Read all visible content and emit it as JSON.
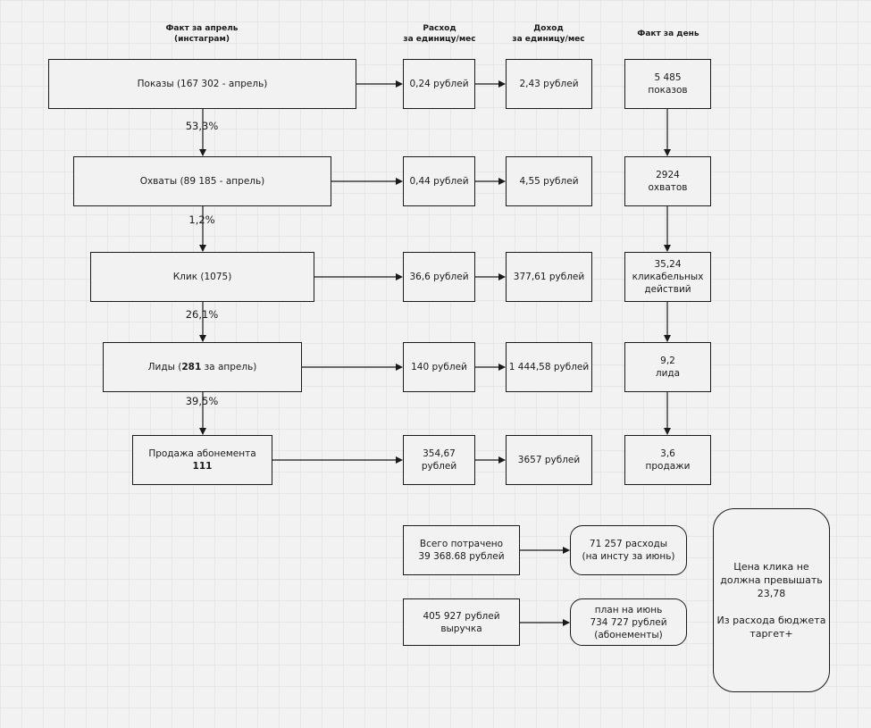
{
  "headers": {
    "fact_april": "Факт за апрель\n(инстаграм)",
    "cost_per_unit": "Расход\nза единицу/мес",
    "income_per_unit": "Доход\nза единицу/мес",
    "fact_per_day": "Факт за день"
  },
  "funnel": {
    "impressions": "Показы (167 302 - апрель)",
    "reach": "Охваты (89 185 - апрель)",
    "clicks": "Клик (1075)",
    "leads_prefix": "Лиды (",
    "leads_bold": "281",
    "leads_suffix": " за апрель)",
    "sales_label": "Продажа абонемента",
    "sales_value": "111"
  },
  "conversions": [
    "53,3%",
    "1,2%",
    "26,1%",
    "39,5%"
  ],
  "cost": [
    "0,24 рублей",
    "0,44 рублей",
    "36,6 рублей",
    "140 рублей",
    "354,67 рублей"
  ],
  "income": [
    "2,43 рублей",
    "4,55 рублей",
    "377,61 рублей",
    "1 444,58 рублей",
    "3657 рублей"
  ],
  "daily": [
    "5 485\nпоказов",
    "2924\nохватов",
    "35,24\nкликабельных\nдействий",
    "9,2\nлида",
    "3,6\nпродажи"
  ],
  "summary": {
    "spent": "Всего потрачено\n39 368.68 рублей",
    "spent_june": "71 257 расходы\n(на инсту за июнь)",
    "revenue": "405 927 рублей\nвыручка",
    "revenue_plan": "план на июнь\n734 727 рублей\n(абонементы)"
  },
  "note": "Цена клика не\nдолжна превышать\n23,78\n\nИз расхода бюджета\nтаргет+"
}
